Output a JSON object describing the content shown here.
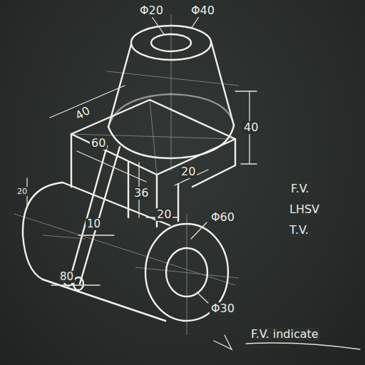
{
  "diagram": {
    "labels": [
      "Φ20",
      "Φ40",
      "40",
      "40",
      "60",
      "20",
      "36",
      "20",
      "Φ60",
      "Φ30",
      "20",
      "10",
      "80",
      "F.V.",
      "LHSV",
      "T.V.",
      "F.V. indicate"
    ]
  }
}
